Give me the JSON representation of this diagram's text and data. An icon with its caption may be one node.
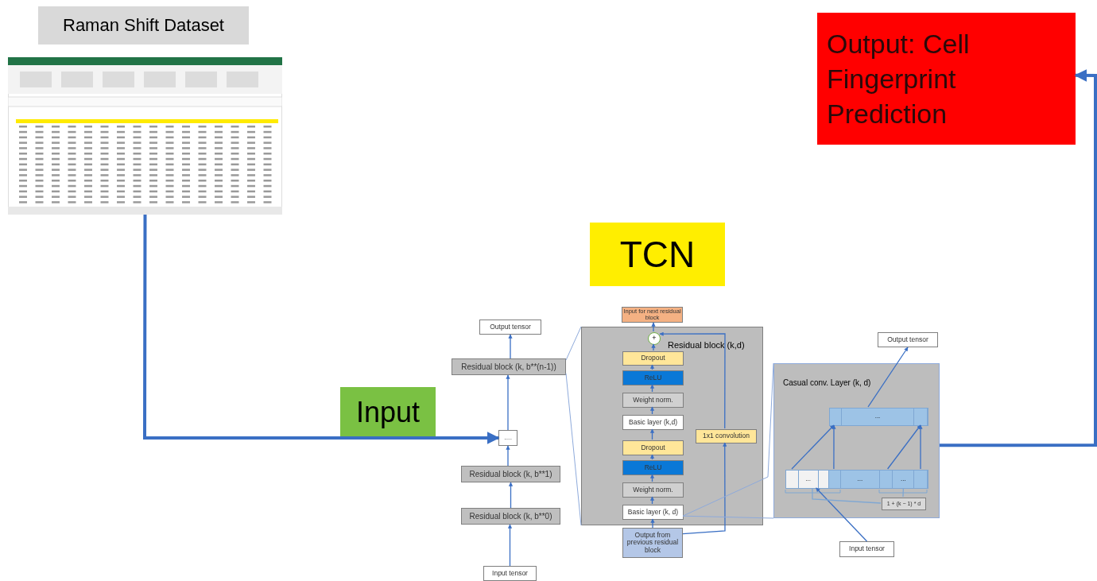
{
  "diagram": {
    "nodes": [
      {
        "text": [
          "Raman Shift Dataset"
        ]
      },
      {
        "text": [],
        "shape": "picture"
      },
      {
        "text": [
          "Output: Cell Fingerprint Prediction"
        ]
      },
      {
        "text": [
          "TCN"
        ]
      },
      {
        "text": [
          "Input"
        ]
      },
      {
        "text": [
          "Output tensor"
        ]
      },
      {
        "text": [
          "Residual block (k, b**(n-1))"
        ]
      },
      {
        "text": [
          "....."
        ]
      },
      {
        "text": [
          "Residual block (k, b**1)"
        ]
      },
      {
        "text": [
          "Residual block (k, b**0)"
        ]
      },
      {
        "text": [
          "Input tensor"
        ]
      },
      {
        "text": [
          "Input for next residual block"
        ]
      },
      {
        "text": [
          "Residual block (k,d)"
        ]
      },
      {
        "text": [
          "+"
        ],
        "in": 12
      },
      {
        "text": [
          "Dropout"
        ],
        "in": 12
      },
      {
        "text": [
          "ReLU"
        ],
        "in": 12
      },
      {
        "text": [
          "Weight norm."
        ],
        "in": 12
      },
      {
        "text": [
          "Basic layer (k,d)"
        ],
        "in": 12
      },
      {
        "text": [
          "Dropout"
        ],
        "in": 12
      },
      {
        "text": [
          "ReLU"
        ],
        "in": 12
      },
      {
        "text": [
          "Weight norm."
        ],
        "in": 12
      },
      {
        "text": [
          "Basic layer (k, d)"
        ],
        "in": 12
      },
      {
        "text": [
          "1x1 convolution"
        ],
        "in": 12
      },
      {
        "text": [
          "Output from previous residual block"
        ]
      },
      {
        "text": [
          "Output tensor"
        ]
      },
      {
        "text": [
          "Casual conv. Layer (k, d)"
        ]
      },
      {
        "text": [
          "..."
        ],
        "in": 25
      },
      {
        "text": [
          "...",
          "...",
          "..."
        ],
        "in": 25
      },
      {
        "text": [
          "1 + (k − 1) * d"
        ],
        "in": 25
      },
      {
        "text": [
          "Input tensor"
        ]
      }
    ],
    "edges": [
      {
        "from": 1,
        "to": 7,
        "arrow": "to",
        "style": "thick"
      },
      {
        "from": 25,
        "to": 2,
        "arrow": "to",
        "style": "thick"
      },
      {
        "from": 10,
        "to": 9,
        "arrow": "to"
      },
      {
        "from": 9,
        "to": 8,
        "arrow": "to"
      },
      {
        "from": 8,
        "to": 7,
        "arrow": "to"
      },
      {
        "from": 7,
        "to": 6,
        "arrow": "to"
      },
      {
        "from": 6,
        "to": 5,
        "arrow": "to"
      },
      {
        "from": 6,
        "to": 12,
        "arrow": "none",
        "color": "#8eaadb"
      },
      {
        "from": 6,
        "to": 12,
        "arrow": "none",
        "color": "#8eaadb"
      },
      {
        "from": 23,
        "to": 21,
        "arrow": "to"
      },
      {
        "from": 21,
        "to": 20,
        "arrow": "to"
      },
      {
        "from": 20,
        "to": 19,
        "arrow": "to"
      },
      {
        "from": 19,
        "to": 18,
        "arrow": "to"
      },
      {
        "from": 18,
        "to": 17,
        "arrow": "to"
      },
      {
        "from": 17,
        "to": 16,
        "arrow": "to"
      },
      {
        "from": 16,
        "to": 15,
        "arrow": "to"
      },
      {
        "from": 15,
        "to": 14,
        "arrow": "to"
      },
      {
        "from": 14,
        "to": 13,
        "arrow": "to"
      },
      {
        "from": 13,
        "to": 11,
        "arrow": "to"
      },
      {
        "from": 23,
        "to": 22,
        "arrow": "to"
      },
      {
        "from": 22,
        "to": 13,
        "arrow": "to"
      },
      {
        "from": 21,
        "to": 25,
        "arrow": "none",
        "color": "#8eaadb"
      },
      {
        "from": 21,
        "to": 25,
        "arrow": "none",
        "color": "#8eaadb"
      },
      {
        "from": 29,
        "to": 27,
        "arrow": "to"
      },
      {
        "from": 27,
        "to": 26,
        "arrow": "to"
      },
      {
        "from": 27,
        "to": 26,
        "arrow": "to"
      },
      {
        "from": 27,
        "to": 26,
        "arrow": "to"
      },
      {
        "from": 27,
        "to": 26,
        "arrow": "to"
      },
      {
        "from": 26,
        "to": 24,
        "arrow": "to"
      },
      {
        "from": 27,
        "to": 28,
        "arrow": "none"
      },
      {
        "from": 27,
        "to": 28,
        "arrow": "none"
      }
    ]
  }
}
